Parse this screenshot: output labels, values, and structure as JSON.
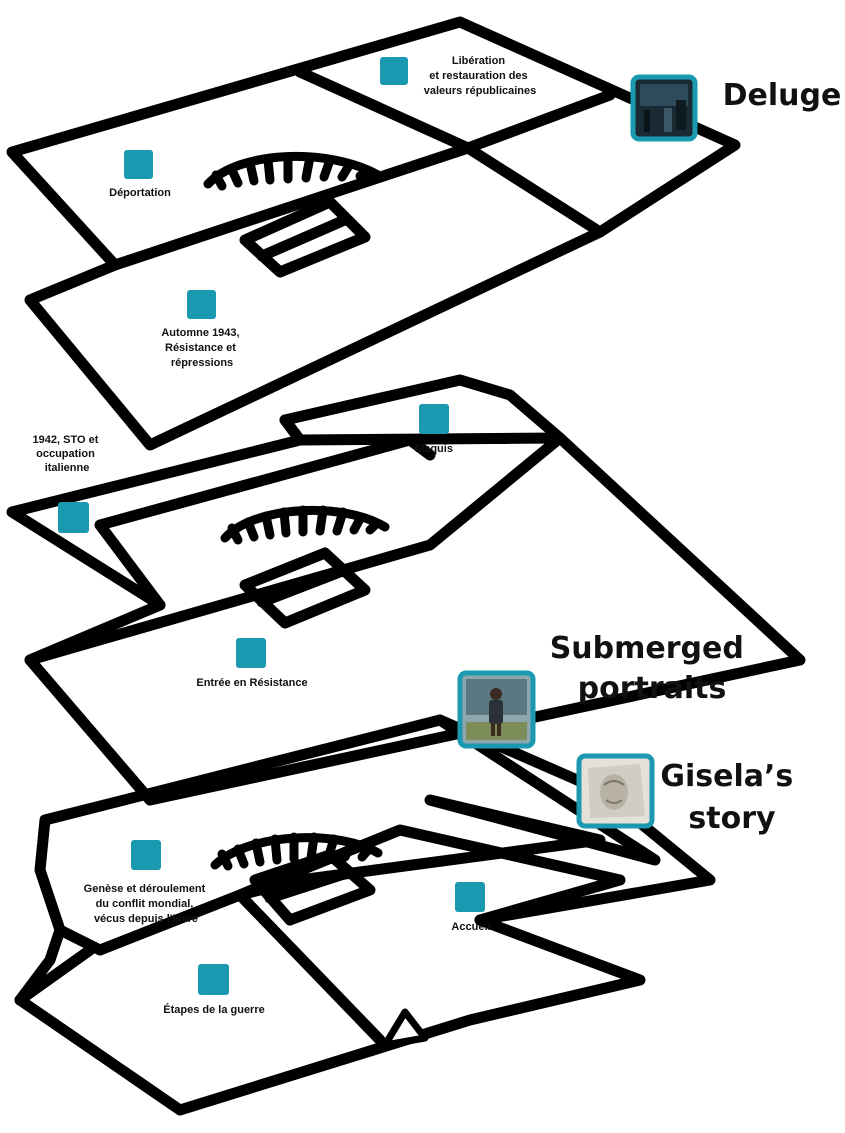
{
  "colors": {
    "accent": "#1a99b1",
    "wall": "#000000",
    "background": "#ffffff"
  },
  "rooms": {
    "liberation": [
      "Libération",
      "et restauration des",
      "valeurs républicaines"
    ],
    "deportation": [
      "Déportation"
    ],
    "automne": [
      "Automne 1943,",
      "Résistance et",
      "répressions"
    ],
    "sto": [
      "1942, STO et",
      "occupation",
      "italienne"
    ],
    "maquis": [
      "Maquis"
    ],
    "entree": [
      "Entrée en Résistance"
    ],
    "genese": [
      "Genèse et déroulement",
      "du conflit mondial,",
      "vécus depuis l'Isère"
    ],
    "accueil": [
      "Accueil"
    ],
    "etapes": [
      "Étapes de la guerre"
    ]
  },
  "callouts": {
    "deluge": [
      "Deluge"
    ],
    "submerged": [
      "Submerged",
      "portraits"
    ],
    "gisela": [
      "Gisela’s",
      "story"
    ]
  }
}
